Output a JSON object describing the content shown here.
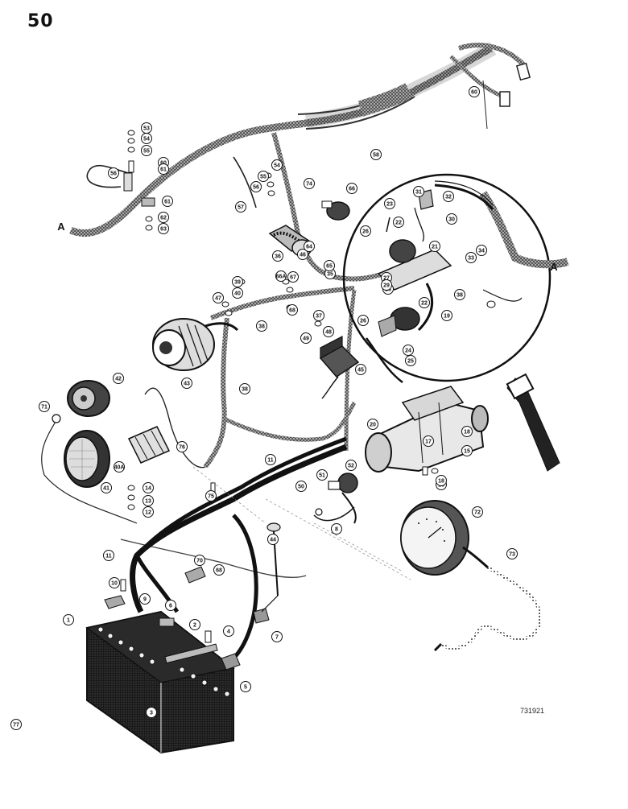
{
  "page_number": "50",
  "drawing_code": "731921",
  "ref_marks": [
    "A",
    "A"
  ],
  "callouts": [
    "1",
    "2",
    "3",
    "4",
    "5",
    "6",
    "7",
    "8",
    "9",
    "10",
    "11",
    "11",
    "12",
    "13",
    "14",
    "15",
    "16",
    "17",
    "18",
    "18",
    "19",
    "20",
    "21",
    "22",
    "22",
    "23",
    "24",
    "25",
    "26",
    "26",
    "27",
    "28",
    "29",
    "30",
    "31",
    "32",
    "33",
    "34",
    "35",
    "36",
    "37",
    "38",
    "38",
    "38",
    "39",
    "40",
    "40A",
    "41",
    "42",
    "43",
    "44",
    "45",
    "46",
    "47",
    "48",
    "49",
    "50",
    "51",
    "52",
    "53",
    "54",
    "54",
    "55",
    "55",
    "56",
    "56",
    "57",
    "58",
    "60",
    "60",
    "61",
    "61",
    "62",
    "63",
    "64",
    "65",
    "66",
    "66A",
    "67",
    "68",
    "68",
    "70",
    "71",
    "72",
    "73",
    "74",
    "75",
    "76",
    "77"
  ]
}
